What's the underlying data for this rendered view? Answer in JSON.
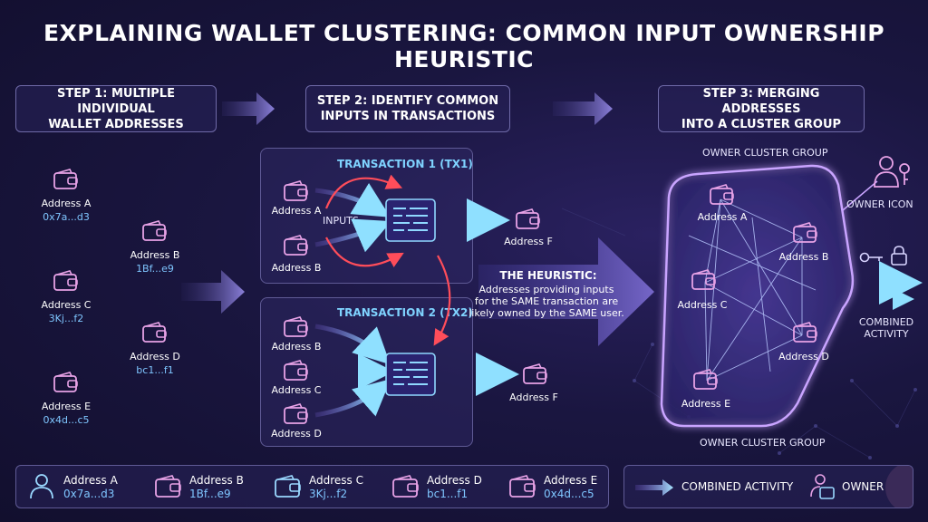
{
  "title": "EXPLAINING WALLET CLUSTERING: COMMON INPUT OWNERSHIP HEURISTIC",
  "steps": [
    {
      "line1": "STEP 1: MULTIPLE INDIVIDUAL",
      "line2": "WALLET ADDRESSES"
    },
    {
      "line1": "STEP 2: IDENTIFY COMMON",
      "line2": "INPUTS IN TRANSACTIONS"
    },
    {
      "line1": "STEP 3: MERGING ADDRESSES",
      "line2": "INTO A CLUSTER GROUP"
    }
  ],
  "addresses": [
    {
      "label": "Address A",
      "hash": "0x7a...d3"
    },
    {
      "label": "Address B",
      "hash": "1Bf...e9"
    },
    {
      "label": "Address C",
      "hash": "3Kj...f2"
    },
    {
      "label": "Address D",
      "hash": "bc1...f1"
    },
    {
      "label": "Address E",
      "hash": "0x4d...c5"
    }
  ],
  "tx1": {
    "title": "TRANSACTION 1 (TX1)",
    "inputs": [
      "Address A",
      "Address B"
    ],
    "inputs_label": "INPUTS",
    "output": "Address F"
  },
  "tx2": {
    "title": "TRANSACTION 2 (TX2)",
    "inputs": [
      "Address B",
      "Address C",
      "Address D"
    ],
    "output": "Address F"
  },
  "heuristic": {
    "title": "THE HEURISTIC:",
    "lines": [
      "Addresses providing inputs",
      "for the SAME transaction are",
      "likely owned by the SAME user."
    ]
  },
  "cluster": {
    "label_top": "OWNER CLUSTER GROUP",
    "label_bottom": "OWNER CLUSTER GROUP",
    "nodes": [
      "Address A",
      "Address B",
      "Address C",
      "Address D",
      "Address E"
    ]
  },
  "owner_icon_label": "OWNER ICON",
  "combined_activity": {
    "line1": "COMBINED",
    "line2": "ACTIVITY"
  },
  "legend": {
    "items": [
      {
        "label": "Address A",
        "hash": "0x7a...d3",
        "icon": "person-icon"
      },
      {
        "label": "Address B",
        "hash": "1Bf...e9",
        "icon": "wallet-icon"
      },
      {
        "label": "Address C",
        "hash": "3Kj...f2",
        "icon": "wallet-icon"
      },
      {
        "label": "Address D",
        "hash": "bc1...f1",
        "icon": "wallet-icon"
      },
      {
        "label": "Address E",
        "hash": "0x4d...c5",
        "icon": "wallet-icon"
      }
    ],
    "combined_activity": "COMBINED ACTIVITY",
    "owner_icon": "OWNER IC"
  },
  "colors": {
    "accent_blue": "#7fd3ff",
    "accent_purple": "#b98cff",
    "accent_red": "#ff4d5a",
    "wallet_pink": "#e7a2e6"
  }
}
